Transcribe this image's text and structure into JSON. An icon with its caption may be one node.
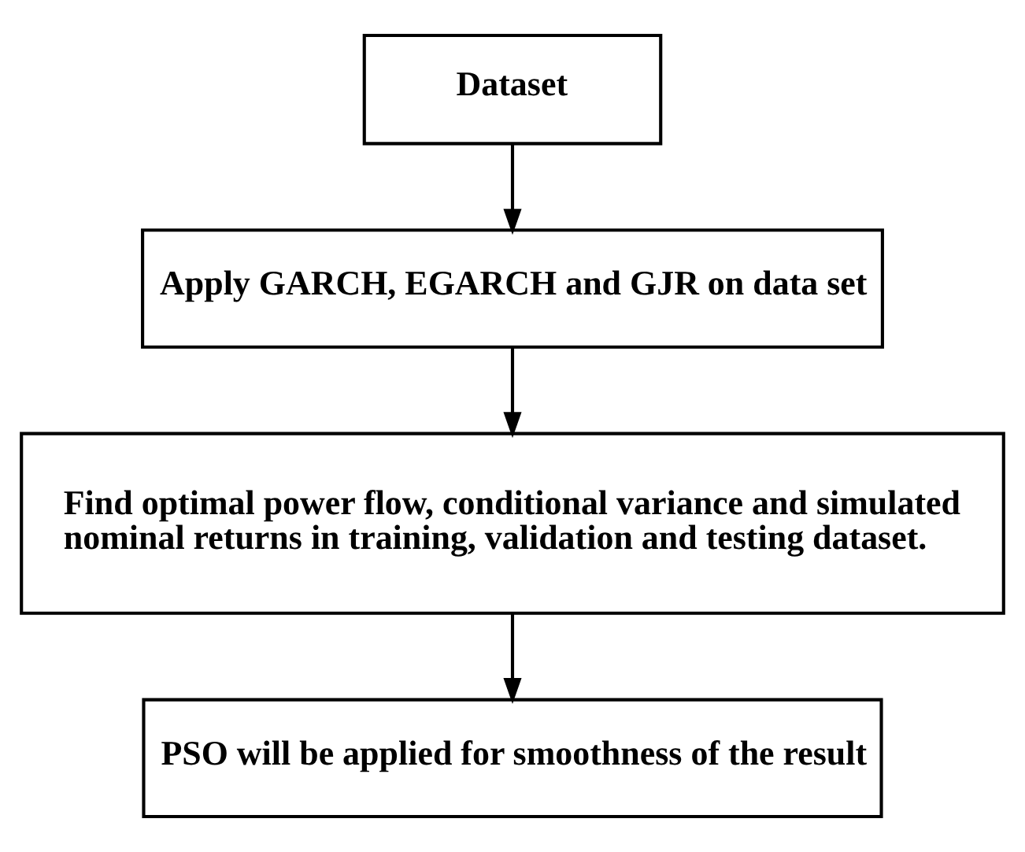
{
  "diagram": {
    "nodes": [
      {
        "text": [
          "Dataset"
        ]
      },
      {
        "text": [
          "Apply GARCH, EGARCH and GJR on data set"
        ]
      },
      {
        "text": [
          "Find optimal power flow, conditional variance and simulated nominal returns in training, validation and testing dataset."
        ]
      },
      {
        "text": [
          "PSO will be applied for smoothness of the result"
        ]
      }
    ],
    "edges": [
      {
        "from": 0,
        "to": 1,
        "arrow": "to"
      },
      {
        "from": 1,
        "to": 2,
        "arrow": "to"
      },
      {
        "from": 2,
        "to": 3,
        "arrow": "to"
      }
    ]
  }
}
